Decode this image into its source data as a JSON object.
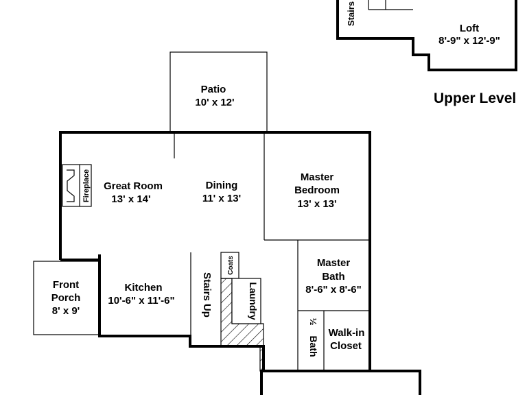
{
  "labels": {
    "upper_level": "Upper Level",
    "stairs_top": "Stairs",
    "loft": {
      "name": "Loft",
      "size": "8'-9\" x 12'-9\""
    },
    "patio": {
      "name": "Patio",
      "size": "10' x 12'"
    },
    "fireplace": "Fireplace",
    "great_room": {
      "name": "Great Room",
      "size": "13' x 14'"
    },
    "dining": {
      "name": "Dining",
      "size": "11' x 13'"
    },
    "master_bedroom": {
      "line1": "Master",
      "line2": "Bedroom",
      "size": "13' x 13'"
    },
    "front_porch": {
      "line1": "Front",
      "line2": "Porch",
      "size": "8' x 9'"
    },
    "kitchen": {
      "name": "Kitchen",
      "size": "10'-6\" x 11'-6\""
    },
    "stairs_up": "Stairs Up",
    "coats": "Coats",
    "laundry": "Laundry",
    "master_bath": {
      "line1": "Master",
      "line2": "Bath",
      "size": "8'-6\" x 8'-6\""
    },
    "half_bath": {
      "fraction": "½",
      "word": "Bath"
    },
    "walk_in_closet": {
      "line1": "Walk-in",
      "line2": "Closet"
    }
  }
}
